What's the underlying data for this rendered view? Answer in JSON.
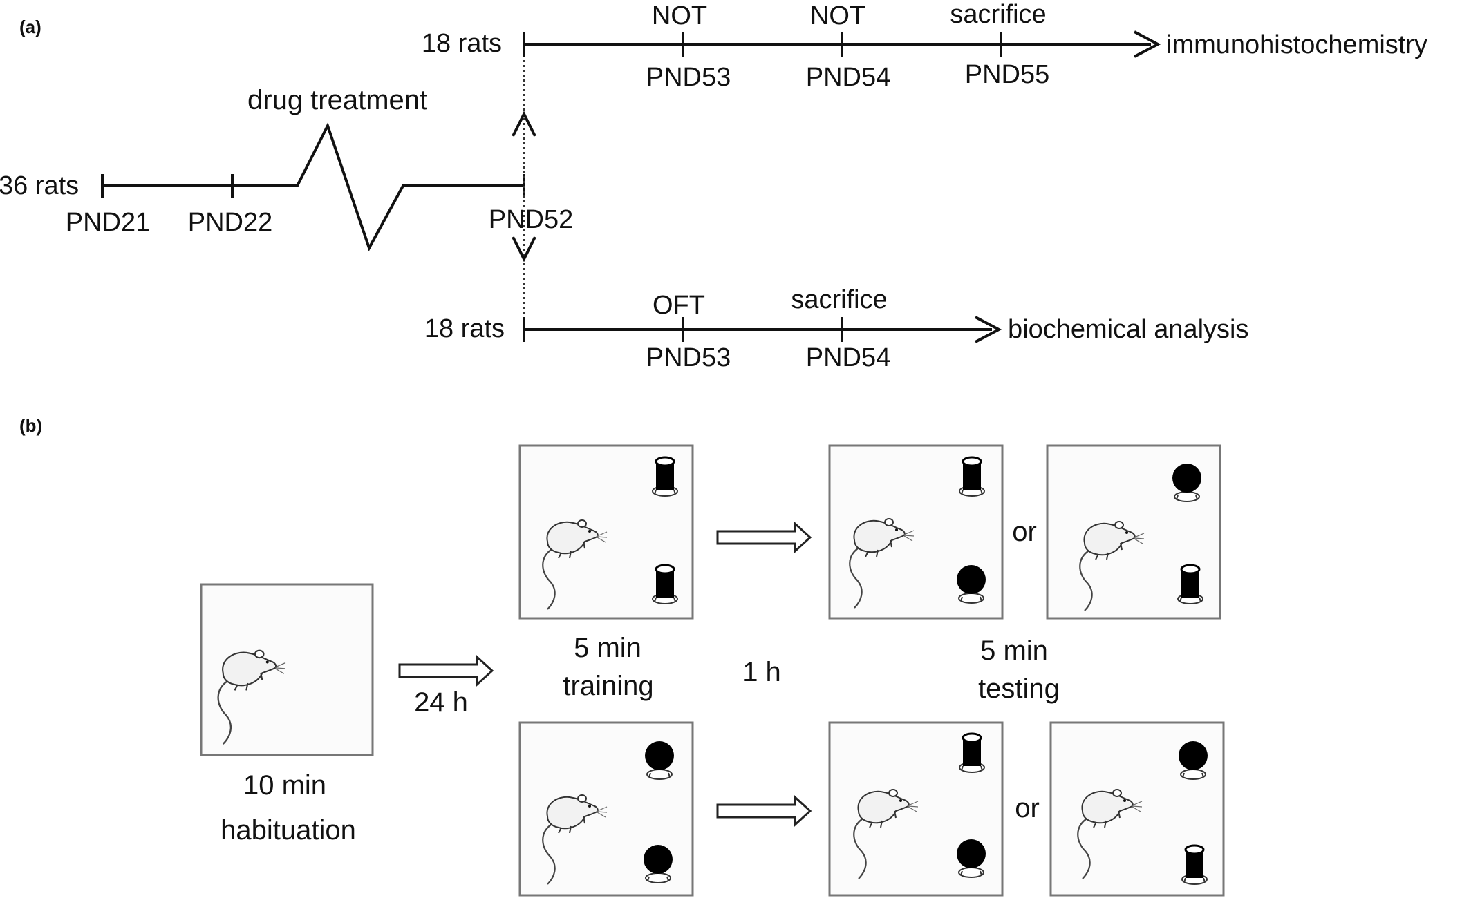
{
  "panel_a": {
    "label": "(a)",
    "start_group": "36 rats",
    "treatment": "drug treatment",
    "start_ticks": [
      "PND21",
      "PND22",
      "PND52"
    ],
    "branch_top": {
      "group": "18 rats",
      "events": [
        {
          "above": "NOT",
          "below": "PND53"
        },
        {
          "above": "NOT",
          "below": "PND54"
        },
        {
          "above": "sacrifice",
          "below": "PND55"
        }
      ],
      "endpoint": "immunohistochemistry"
    },
    "branch_bottom": {
      "group": "18 rats",
      "events": [
        {
          "above": "OFT",
          "below": "PND53"
        },
        {
          "above": "sacrifice",
          "below": "PND54"
        }
      ],
      "endpoint": "biochemical analysis"
    }
  },
  "panel_b": {
    "label": "(b)",
    "habituation": {
      "duration": "10 min",
      "name": "habituation"
    },
    "delay_24": "24 h",
    "training": {
      "duration": "5 min",
      "name": "training"
    },
    "delay_1": "1 h",
    "testing": {
      "duration": "5 min",
      "name": "testing"
    },
    "or_word": "or",
    "object_icons": [
      "cylinder-object-icon",
      "sphere-object-icon",
      "rat-icon"
    ]
  }
}
